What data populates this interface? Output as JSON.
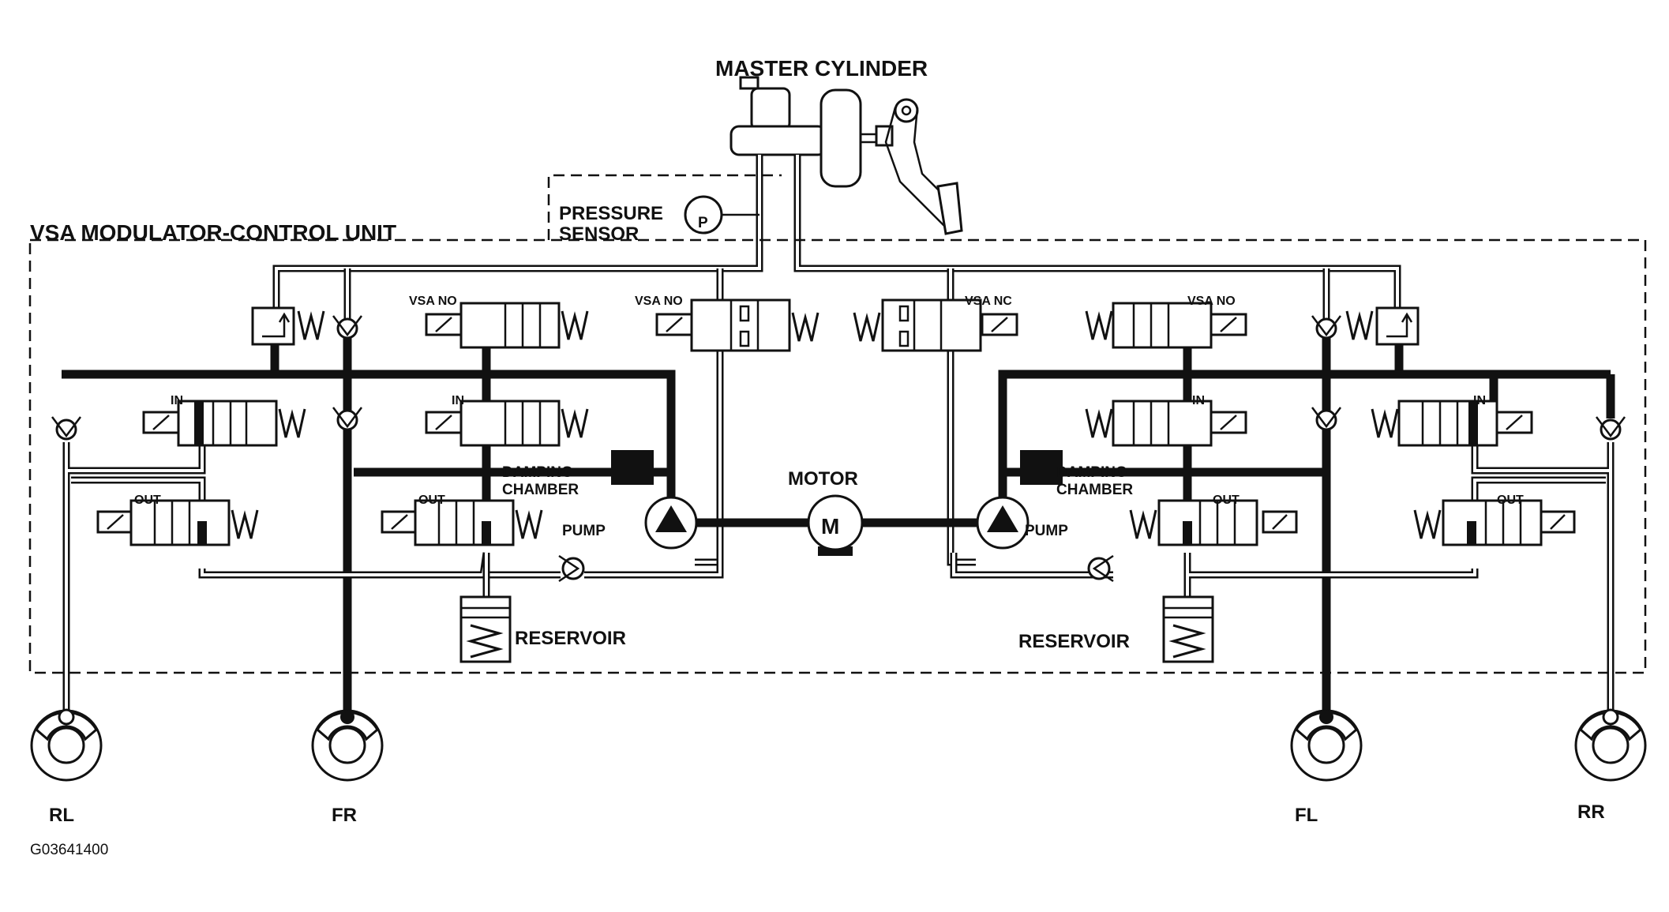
{
  "labels": {
    "master_cylinder": "MASTER CYLINDER",
    "pressure_sensor_line1": "PRESSURE",
    "pressure_sensor_line2": "SENSOR",
    "pressure_symbol": "P",
    "unit": "VSA MODULATOR-CONTROL UNIT",
    "motor": "MOTOR",
    "motor_symbol": "M",
    "damping_line1": "DAMPING",
    "damping_line2": "CHAMBER",
    "pump": "PUMP",
    "reservoir": "RESERVOIR",
    "valve_in": "IN",
    "valve_out": "OUT",
    "vsa_no": "VSA NO",
    "vsa_nc": "VSA NC",
    "wheel_rl": "RL",
    "wheel_fr": "FR",
    "wheel_fl": "FL",
    "wheel_rr": "RR",
    "figure_id": "G03641400"
  },
  "colors": {
    "line": "#111111",
    "background": "#ffffff"
  }
}
